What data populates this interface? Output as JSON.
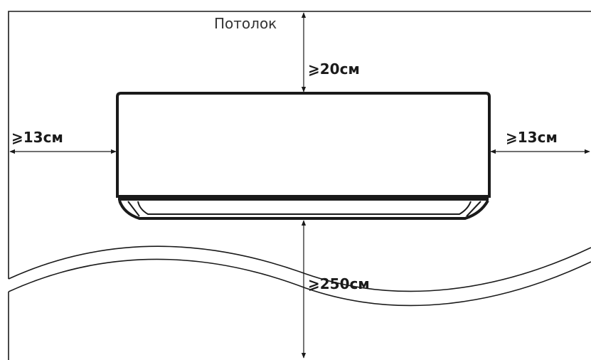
{
  "labels": {
    "ceiling": "Потолок",
    "top_clearance": "⩾20см",
    "left_clearance": "⩾13см",
    "right_clearance": "⩾13см",
    "floor_clearance": "⩾250см"
  },
  "colors": {
    "line": "#1a1a1a",
    "background": "#ffffff"
  }
}
